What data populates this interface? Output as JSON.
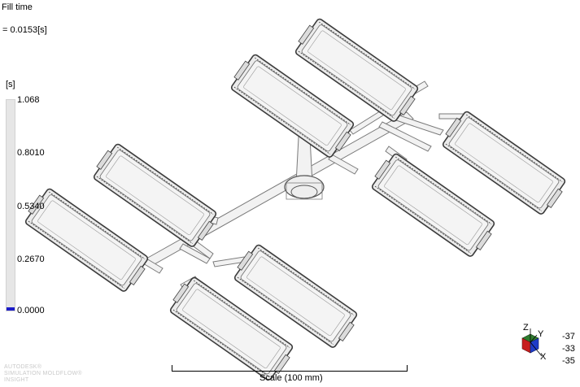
{
  "result": {
    "title": "Fill time",
    "value_line": "=  0.0153[s]"
  },
  "legend": {
    "unit": "[s]",
    "ticks": [
      "1.068",
      "0.8010",
      "0.5340",
      "0.2670",
      "0.0000"
    ],
    "fill_fraction": 0.0153,
    "fill_color": "#1c1cc8"
  },
  "scale": {
    "label": "Scale (100 mm)"
  },
  "orientation": {
    "axis_x": "X",
    "axis_y": "Y",
    "axis_z": "Z",
    "angles": [
      "-37",
      "-33",
      "-35"
    ]
  },
  "watermark": [
    "AUTODESK®",
    "SIMULATION MOLDFLOW®",
    "INSIGHT"
  ],
  "colors": {
    "melt_front": "#1c1cc8",
    "part_outline": "#4a4a4a",
    "part_fill": "#e8e8e8"
  }
}
